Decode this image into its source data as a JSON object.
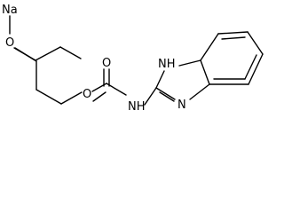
{
  "atoms": {
    "sodium": "Na",
    "ether_oxygen": "O",
    "ester_oxygen": "O",
    "carbonyl_oxygen": "O",
    "amide_nitrogen": "NH",
    "imidazole_nh": "NH",
    "imidazole_n": "N"
  },
  "colors": {
    "bond": "#000000",
    "text": "#000000",
    "background": "#ffffff"
  }
}
